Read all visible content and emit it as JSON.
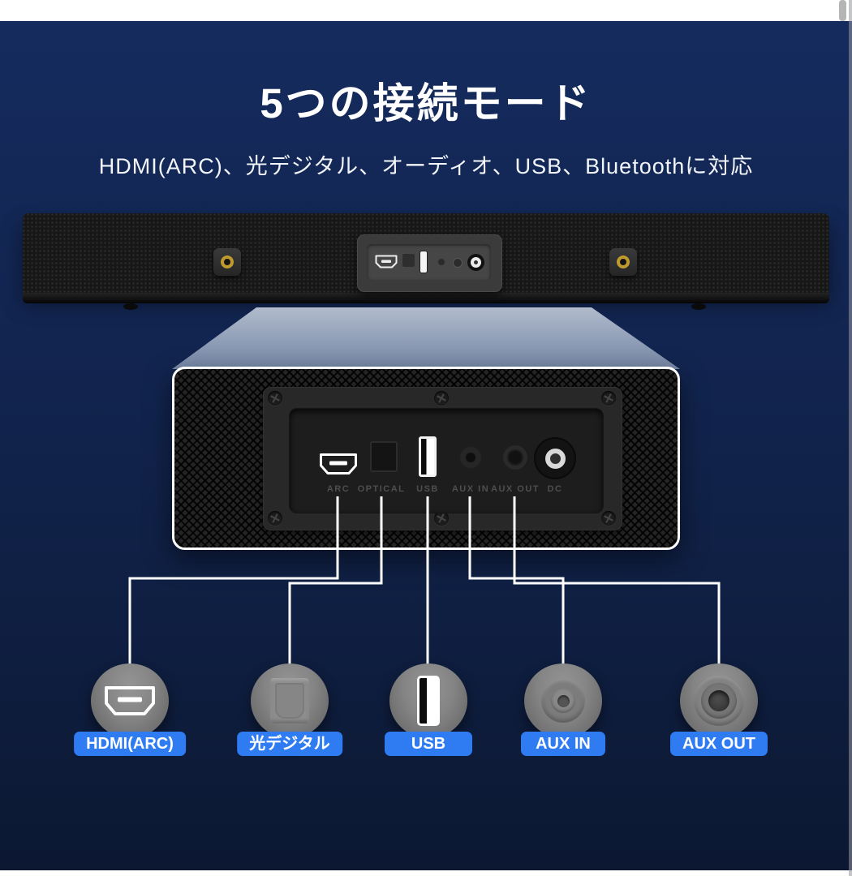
{
  "header": {
    "title": "5つの接続モード",
    "subtitle": "HDMI(ARC)、光デジタル、オーディオ、USB、Bluetoothに対応"
  },
  "panel": {
    "port_labels": [
      "ARC",
      "OPTICAL",
      "USB",
      "AUX IN",
      "AUX OUT",
      "DC"
    ]
  },
  "modes": [
    {
      "label": "HDMI(ARC)",
      "icon": "hdmi-port-icon"
    },
    {
      "label": "光デジタル",
      "icon": "optical-port-icon"
    },
    {
      "label": "USB",
      "icon": "usb-port-icon"
    },
    {
      "label": "AUX IN",
      "icon": "aux-in-jack-icon"
    },
    {
      "label": "AUX OUT",
      "icon": "aux-out-jack-icon"
    }
  ],
  "colors": {
    "accent_blue": "#2e7bf2",
    "background_navy_top": "#152b5e",
    "background_navy_bottom": "#0c1832",
    "line_white": "#ffffff",
    "beam_gray_blue": "#97a5bb"
  }
}
